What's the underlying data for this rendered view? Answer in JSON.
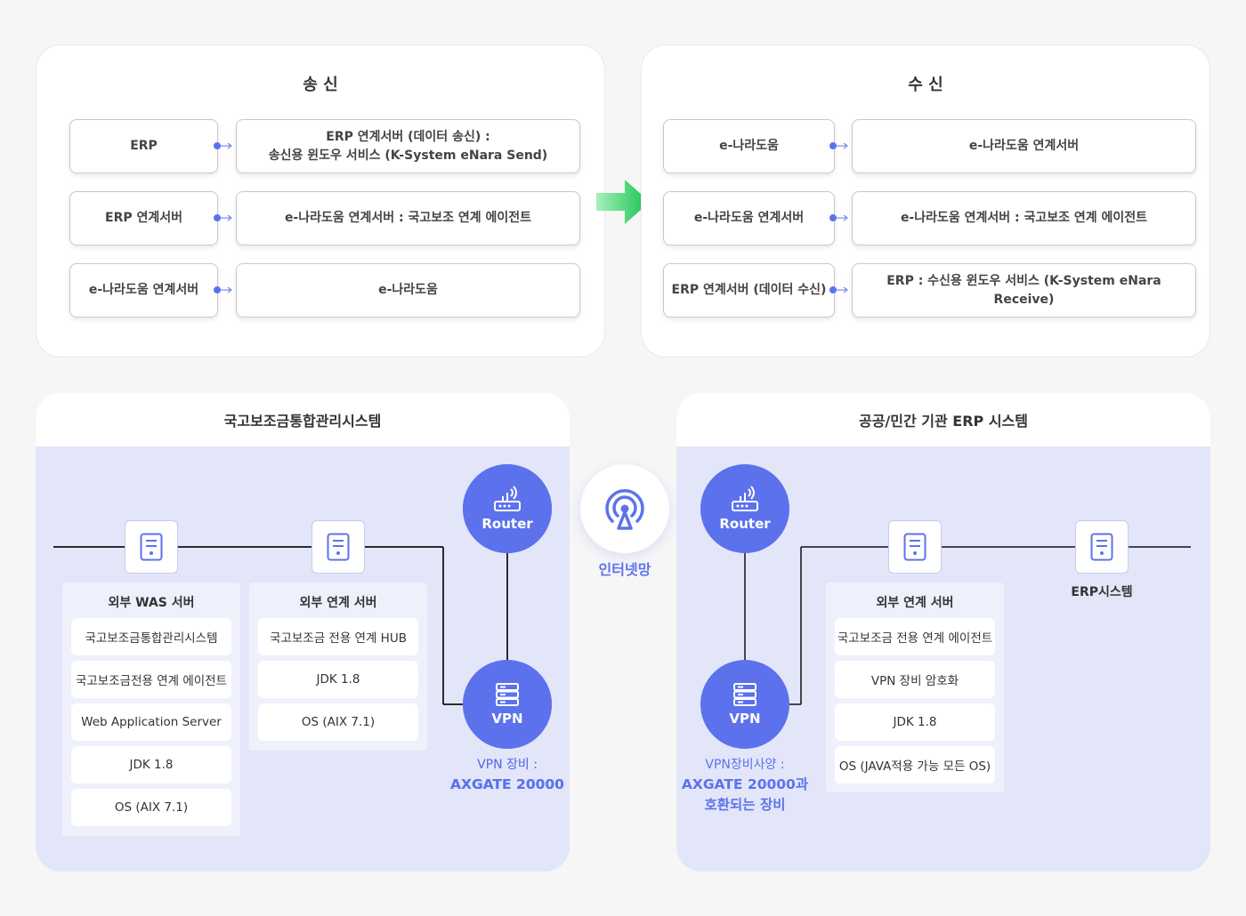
{
  "send": {
    "title": "송 신",
    "rows": [
      {
        "left": "ERP",
        "right_line1": "ERP 연계서버 (데이터 송신) :",
        "right_line2": "송신용 윈도우 서비스 (K-System eNara Send)"
      },
      {
        "left": "ERP 연계서버",
        "right_line1": "e-나라도움 연계서버 : 국고보조 연계 에이전트",
        "right_line2": ""
      },
      {
        "left": "e-나라도움 연계서버",
        "right_line1": "e-나라도움",
        "right_line2": ""
      }
    ]
  },
  "receive": {
    "title": "수 신",
    "rows": [
      {
        "left": "e-나라도움",
        "right": "e-나라도움 연계서버"
      },
      {
        "left": "e-나라도움 연계서버",
        "right": "e-나라도움 연계서버 : 국고보조 연계 에이전트"
      },
      {
        "left": "ERP 연계서버 (데이터 수신)",
        "right": "ERP : 수신용 윈도우 서비스 (K-System eNara Receive)"
      }
    ]
  },
  "left_system": {
    "title": "국고보조금통합관리시스템",
    "was_group": {
      "title": "외부 WAS 서버",
      "items": [
        "국고보조금통합관리시스템",
        "국고보조금전용 연계 에이전트",
        "Web Application Server",
        "JDK 1.8",
        "OS (AIX 7.1)"
      ]
    },
    "link_group": {
      "title": "외부 연계 서버",
      "items": [
        "국고보조금 전용 연계 HUB",
        "JDK 1.8",
        "OS (AIX 7.1)"
      ]
    },
    "router_label": "Router",
    "vpn_label": "VPN",
    "vpn_note_line1": "VPN 장비 :",
    "vpn_note_line2": "AXGATE 20000"
  },
  "internet": {
    "label": "인터넷망"
  },
  "right_system": {
    "title": "공공/민간 기관 ERP 시스템",
    "link_group": {
      "title": "외부 연계 서버",
      "items": [
        "국고보조금 전용 연계 에이전트",
        "VPN 장비 암호화",
        "JDK 1.8",
        "OS (JAVA적용 가능 모든 OS)"
      ]
    },
    "erp_label": "ERP시스템",
    "router_label": "Router",
    "vpn_label": "VPN",
    "vpn_note_line1": "VPN장비사양 :",
    "vpn_note_line2": "AXGATE 20000과",
    "vpn_note_line3": "호환되는 장비"
  },
  "colors": {
    "accent": "#5c72ec",
    "card_bg": "#e3e6f9",
    "arrow_green": "#1ecb5a"
  },
  "icons": [
    "server-icon",
    "router-icon",
    "vpn-icon",
    "antenna-icon",
    "arrow-right-icon"
  ]
}
